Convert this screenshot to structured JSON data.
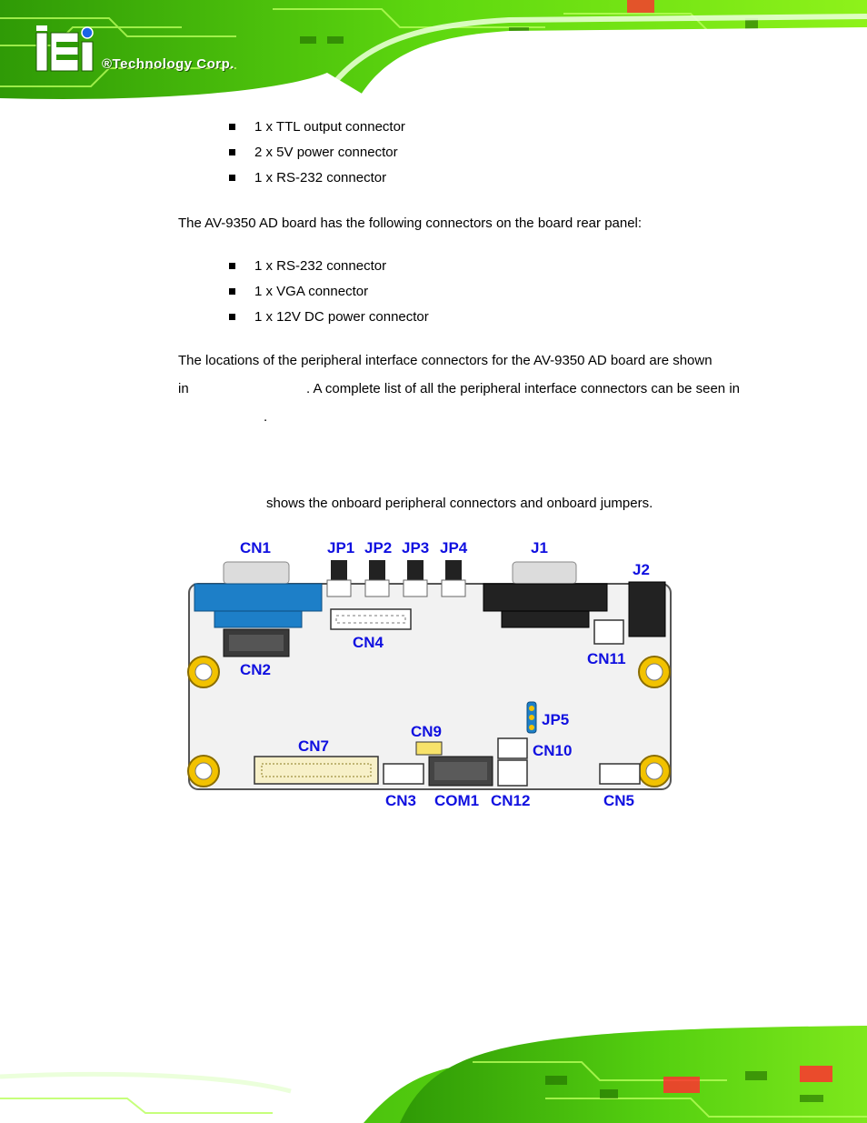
{
  "brand": {
    "logo_text": "®Technology Corp."
  },
  "list_onboard_tail": [
    "1 x TTL output connector",
    "2 x 5V power connector",
    "1 x RS-232 connector"
  ],
  "rear_panel_intro": "The AV-9350 AD board has the following connectors on the board rear panel:",
  "list_rear_panel": [
    "1 x RS-232 connector",
    "1 x VGA connector",
    "1 x 12V DC power connector"
  ],
  "locations_para": {
    "line1": "The locations of the peripheral interface connectors for the AV-9350 AD board are shown",
    "line2_start": "in",
    "line2_end": ". A complete list of all the peripheral interface connectors can be seen in",
    "line3": "."
  },
  "figure_intro": "shows the onboard peripheral connectors and onboard jumpers.",
  "board_labels": {
    "cn1": "CN1",
    "jp1": "JP1",
    "jp2": "JP2",
    "jp3": "JP3",
    "jp4": "JP4",
    "j1": "J1",
    "j2": "J2",
    "cn4": "CN4",
    "cn2": "CN2",
    "cn11": "CN11",
    "jp5": "JP5",
    "cn9": "CN9",
    "cn7": "CN7",
    "cn10": "CN10",
    "cn3": "CN3",
    "com1": "COM1",
    "cn12": "CN12",
    "cn5": "CN5"
  },
  "colors": {
    "label_blue": "#1010e0",
    "pcb_green": "#3cc40a",
    "connector_blue": "#1d7fc8"
  }
}
